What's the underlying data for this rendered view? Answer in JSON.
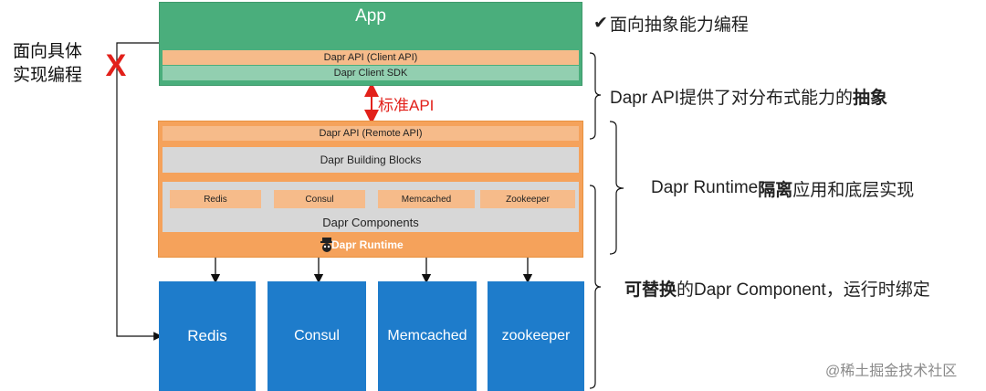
{
  "app": {
    "title": "App",
    "client_api": "Dapr API (Client API)",
    "client_sdk": "Dapr Client SDK"
  },
  "standard_api": "标准API",
  "runtime": {
    "remote_api": "Dapr API (Remote API)",
    "building_blocks": "Dapr Building Blocks",
    "components": [
      "Redis",
      "Consul",
      "Memcached",
      "Zookeeper"
    ],
    "components_label": "Dapr Components",
    "runtime_label": "Dapr Runtime"
  },
  "stores": [
    "Redis",
    "Consul",
    "Memcached",
    "zookeeper"
  ],
  "left_label": {
    "line1": "面向具体",
    "line2": "实现编程",
    "mark": "X"
  },
  "annotations": {
    "abstract_programming": {
      "check": "✔",
      "text": "面向抽象能力编程"
    },
    "dapr_api": {
      "prefix": "Dapr API提供了对分布式能力的",
      "bold": "抽象"
    },
    "runtime": {
      "prefix": "Dapr Runtime",
      "bold": "隔离",
      "suffix": "应用和底层实现"
    },
    "component": {
      "bold": "可替换",
      "suffix": "的Dapr Component，运行时绑定"
    }
  },
  "watermark": "@稀土掘金技术社区",
  "colors": {
    "app_green": "#4aae7c",
    "runtime_orange": "#f5a25b",
    "store_blue": "#1e7ccb",
    "error_red": "#e2201a"
  }
}
